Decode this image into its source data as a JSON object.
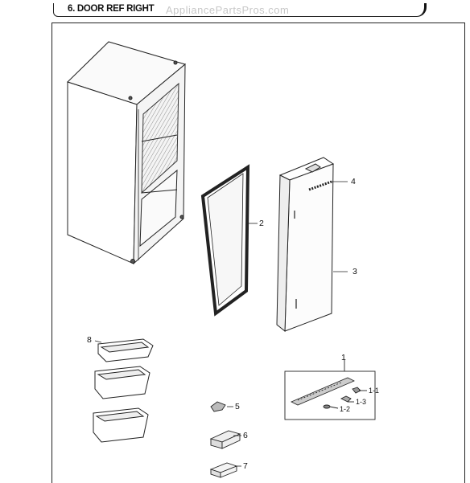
{
  "header": {
    "title": "6. DOOR REF RIGHT"
  },
  "watermark": {
    "text": "AppliancePartsPros.com"
  },
  "callouts": {
    "c1": "1",
    "c1_1": "1-1",
    "c1_2": "1-2",
    "c1_3": "1-3",
    "c2": "2",
    "c3": "3",
    "c4": "4",
    "c5": "5",
    "c6": "6",
    "c7": "7",
    "c8": "8"
  }
}
